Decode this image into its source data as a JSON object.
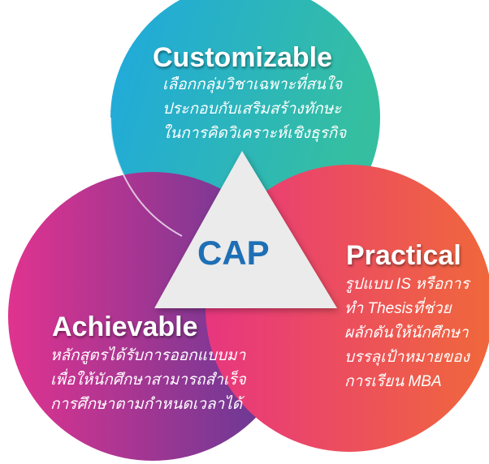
{
  "center": {
    "label": "CAP"
  },
  "sections": [
    {
      "title": "Customizable",
      "lines": [
        "เลือกกลุ่มวิชาเฉพาะที่สนใจ",
        "ประกอบกับเสริมสร้างทักษะ",
        "ในการคิดวิเคราะห์เชิงธุรกิจ"
      ],
      "colors": [
        "#1fa8df",
        "#35bfa0"
      ]
    },
    {
      "title": "Achievable",
      "lines": [
        "หลักสูตรได้รับการออกแบบมา",
        "เพื่อให้นักศึกษาสามารถสำเร็จ",
        "การศึกษาตามกำหนดเวลาได้"
      ],
      "colors": [
        "#e0338f",
        "#5b3a96"
      ]
    },
    {
      "title": "Practical",
      "lines": [
        "รูปแบบ IS หรือการ",
        "ทำ Thesisที่ช่วย",
        "ผลักดันให้นักศึกษา",
        "บรรลุเป้าหมายของ",
        "การเรียน MBA"
      ],
      "colors": [
        "#e8367f",
        "#f0683a"
      ]
    }
  ]
}
